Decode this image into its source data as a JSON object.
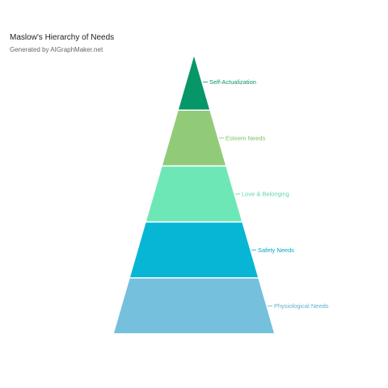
{
  "chart_data": {
    "type": "pyramid",
    "title": "Maslow's Hierarchy of Needs",
    "subtitle": "Generated by AIGraphMaker.net",
    "levels": [
      {
        "label": "Self-Actualization",
        "color": "#069668",
        "label_color": "#069668"
      },
      {
        "label": "Esteem Needs",
        "color": "#92cb78",
        "label_color": "#7fbf63"
      },
      {
        "label": "Love & Belonging",
        "color": "#6ee7b7",
        "label_color": "#5dd6a6"
      },
      {
        "label": "Safety Needs",
        "color": "#06b6d4",
        "label_color": "#06a6c4"
      },
      {
        "label": "Physiological Needs",
        "color": "#74c0dd",
        "label_color": "#5fb0d0"
      }
    ]
  }
}
